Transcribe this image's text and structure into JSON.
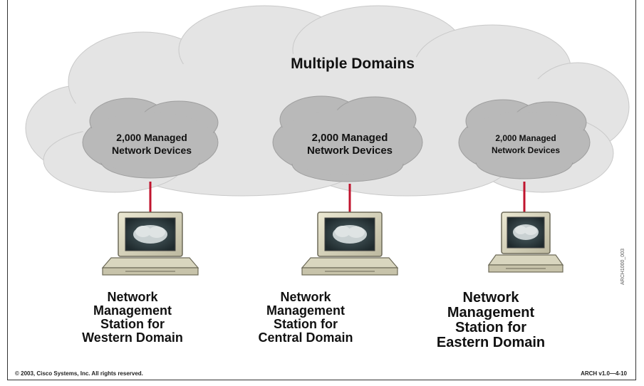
{
  "diagram": {
    "title": "Multiple Domains",
    "domains": [
      {
        "cloud_line1": "2,000 Managed",
        "cloud_line2": "Network Devices",
        "station_lines": [
          "Network",
          "Management",
          "Station for",
          "Western Domain"
        ]
      },
      {
        "cloud_line1": "2,000 Managed",
        "cloud_line2": "Network Devices",
        "station_lines": [
          "Network",
          "Management",
          "Station for",
          "Central Domain"
        ]
      },
      {
        "cloud_line1": "2,000 Managed",
        "cloud_line2": "Network Devices",
        "station_lines": [
          "Network",
          "Management",
          "Station for",
          "Eastern Domain"
        ]
      }
    ],
    "figure_id": "ARCH1000_003"
  },
  "footer": {
    "copyright": "© 2003, Cisco Systems, Inc. All rights reserved.",
    "slide_ref": "ARCH v1.0—4-10"
  },
  "colors": {
    "outer_cloud": "#e4e4e4",
    "inner_cloud": "#b9b9b9",
    "link_line": "#c0142e",
    "monitor_body": "#d9d6bf",
    "screen": "#2f3e42"
  },
  "icons": [
    "cloud-icon",
    "workstation-icon"
  ]
}
